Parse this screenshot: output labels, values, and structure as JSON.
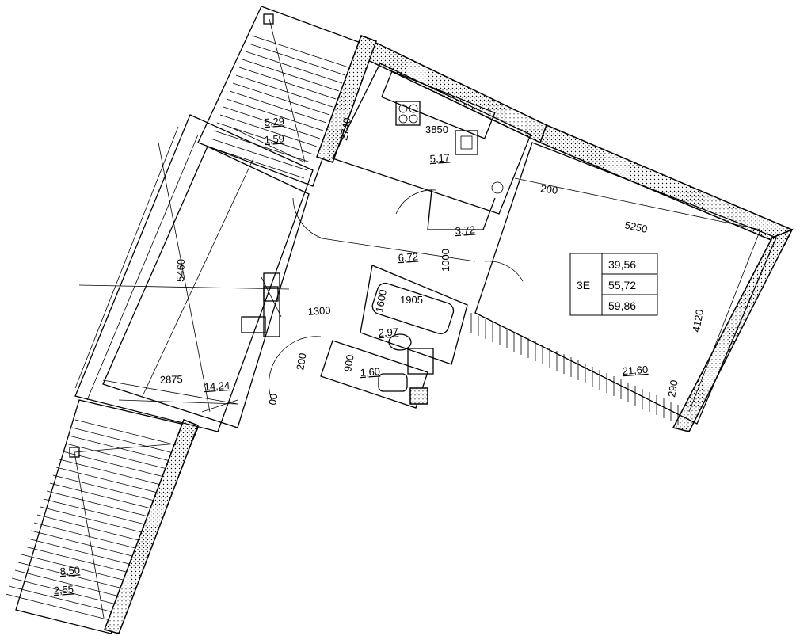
{
  "balcony_top": {
    "area_a": "5,29",
    "area_b": "1,59"
  },
  "balcony_bottom": {
    "area_a": "8,50",
    "area_b": "2,55"
  },
  "rooms": {
    "kitchen": {
      "area": "5,17",
      "dim_len": "3850",
      "dim_w": "2740"
    },
    "hall": {
      "area": "3,72"
    },
    "corridor": {
      "area": "6,72",
      "dim_a": "1000",
      "dim_b": "1300"
    },
    "bath": {
      "area": "2,97",
      "dim_len": "1905",
      "dim_w": "1600"
    },
    "wc": {
      "area": "1,60",
      "dim_a": "900",
      "dim_b": "200"
    },
    "living": {
      "area": "14,24",
      "dim_len": "5460",
      "dim_w": "2875"
    },
    "bedroom": {
      "area": "21,60",
      "dim_len": "5250",
      "dim_w": "4120",
      "dim_c": "290",
      "dim_d": "200"
    }
  },
  "area_table": {
    "type_label": "3E",
    "values": [
      "39,56",
      "55,72",
      "59,86"
    ]
  },
  "misc": {
    "door_dim": "00"
  }
}
